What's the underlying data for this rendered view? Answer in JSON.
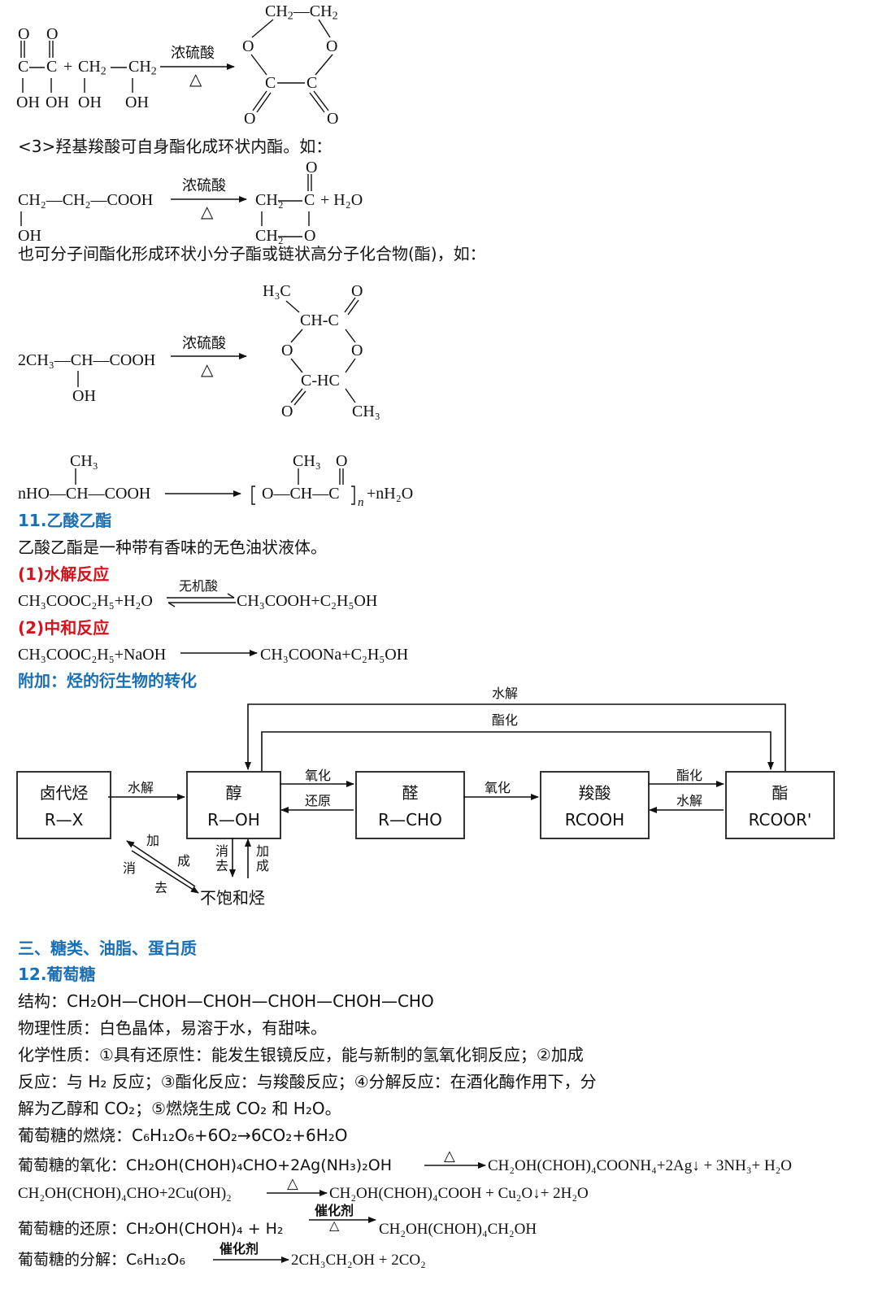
{
  "labels": {
    "conc_h2so4": "浓硫酸",
    "heat": "△",
    "inorganic_acid": "无机酸",
    "catalyst": "催化剂"
  },
  "oxalate": {
    "o_top": "O",
    "c1": "C",
    "c2": "C",
    "plus": "+",
    "ch2a": "CH",
    "ch2b": "CH",
    "oh1": "OH",
    "oh2": "OH",
    "oh3": "OH",
    "oh4": "OH",
    "ring_ch2_top": "CH",
    "ring_o_left": "O",
    "ring_o_right": "O",
    "ring_c_left": "C",
    "ring_c_right": "C",
    "ring_o_bl": "O",
    "ring_o_br": "O"
  },
  "section3": {
    "heading": "<3>羟基羧酸可自身酯化成环状内酯。如：",
    "reactant_top": "CH₂—CH₂—COOH",
    "reactant_oh": "OH",
    "prod_ch2_top": "CH₂",
    "prod_c": "C",
    "prod_o_top": "O",
    "prod_plus_water": "+ H₂O",
    "prod_ch2_bottom": "CH₂",
    "prod_o_bottom": "O",
    "intermolecular_note": "也可分子间酯化形成环状小分子酯或链状高分子化合物(酯)，如："
  },
  "lactide": {
    "reactant": "2CH₃—CH—COOH",
    "reactant_oh": "OH",
    "h3c": "H₃C",
    "o_top": "O",
    "ch_c": "CH-C",
    "o_left": "O",
    "o_right": "O",
    "c_hc": "C-HC",
    "o_bottom": "O",
    "ch3_bottom": "CH₃"
  },
  "polymer": {
    "reactant_ch3": "CH₃",
    "reactant": "nHO—CH—COOH",
    "prod_ch3": "CH₃",
    "prod_o": "O",
    "prod_chain": "O—CH—C",
    "prod_n": "n",
    "prod_water": "+nH₂O"
  },
  "section11": {
    "heading": "11.乙酸乙酯",
    "desc": "乙酸乙酯是一种带有香味的无色油状液体。",
    "hydrolysis_title": "(1)水解反应",
    "hydrolysis_left": "CH₃COOC₂H₅+H₂O",
    "hydrolysis_right": "CH₃COOH+C₂H₅OH",
    "neutral_title": "(2)中和反应",
    "neutral_left": "CH₃COOC₂H₅+NaOH",
    "neutral_right": "CH₃COONa+C₂H₅OH"
  },
  "diagram": {
    "heading": "附加：烃的衍生物的转化",
    "top_label_outer": "水解",
    "top_label_inner": "酯化",
    "boxes": [
      {
        "name": "卤代烃",
        "formula": "R—X"
      },
      {
        "name": "醇",
        "formula": "R—OH"
      },
      {
        "name": "醛",
        "formula": "R—CHO"
      },
      {
        "name": "羧酸",
        "formula": "RCOOH"
      },
      {
        "name": "酯",
        "formula": "RCOOR'"
      }
    ],
    "edge_hydrolysis": "水解",
    "edge_oxidation": "氧化",
    "edge_reduction": "还原",
    "edge_oxidation2": "氧化",
    "edge_esterify": "酯化",
    "edge_hydrolysis2": "水解",
    "diag_add_1": "加",
    "diag_add_2": "成",
    "diag_elim_1": "消",
    "diag_elim_2": "去",
    "vert_elim": "消去",
    "vert_add": "加成",
    "unsaturated": "不饱和烃"
  },
  "section3b": {
    "heading": "三、糖类、油脂、蛋白质",
    "glucose_title": "12.葡萄糖",
    "structure": "结构：CH₂OH—CHOH—CHOH—CHOH—CHOH—CHO",
    "physical": "物理性质：白色晶体，易溶于水，有甜味。",
    "chem_line1": "化学性质：①具有还原性：能发生银镜反应，能与新制的氢氧化铜反应；②加成",
    "chem_line2": "反应：与 H₂ 反应；③酯化反应：与羧酸反应；④分解反应：在酒化酶作用下，分",
    "chem_line3": "解为乙醇和 CO₂；⑤燃烧生成 CO₂ 和 H₂O。",
    "combustion": "葡萄糖的燃烧：C₆H₁₂O₆+6O₂→6CO₂+6H₂O",
    "oxidation_label": "葡萄糖的氧化：CH₂OH(CHOH)₄CHO+2Ag(NH₃)₂OH",
    "oxidation_product": "CH₂OH(CHOH)₄COONH₄+2Ag↓ + 3NH₃+ H₂O",
    "cu_left": "CH₂OH(CHOH)₄CHO+2Cu(OH)₂",
    "cu_right": "CH₂OH(CHOH)₄COOH + Cu₂O↓+ 2H₂O",
    "reduction_left": "葡萄糖的还原：CH₂OH(CHOH)₄ + H₂",
    "reduction_right": "CH₂OH(CHOH)₄CH₂OH",
    "decomp_left": "葡萄糖的分解：C₆H₁₂O₆",
    "decomp_right": "2CH₃CH₂OH + 2CO₂"
  }
}
